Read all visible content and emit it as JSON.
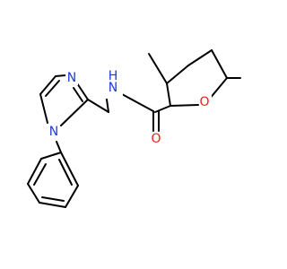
{
  "atoms": {
    "nh": {
      "label": "N",
      "sub": "H",
      "color": "#1f3bd6"
    },
    "o_ring": {
      "label": "O",
      "color": "#e3241b"
    },
    "o_carbonyl": {
      "label": "O",
      "color": "#e3241b"
    },
    "n_imine": {
      "label": "N",
      "color": "#1f3bd6"
    },
    "n_aryl": {
      "label": "N",
      "color": "#1f3bd6"
    }
  }
}
